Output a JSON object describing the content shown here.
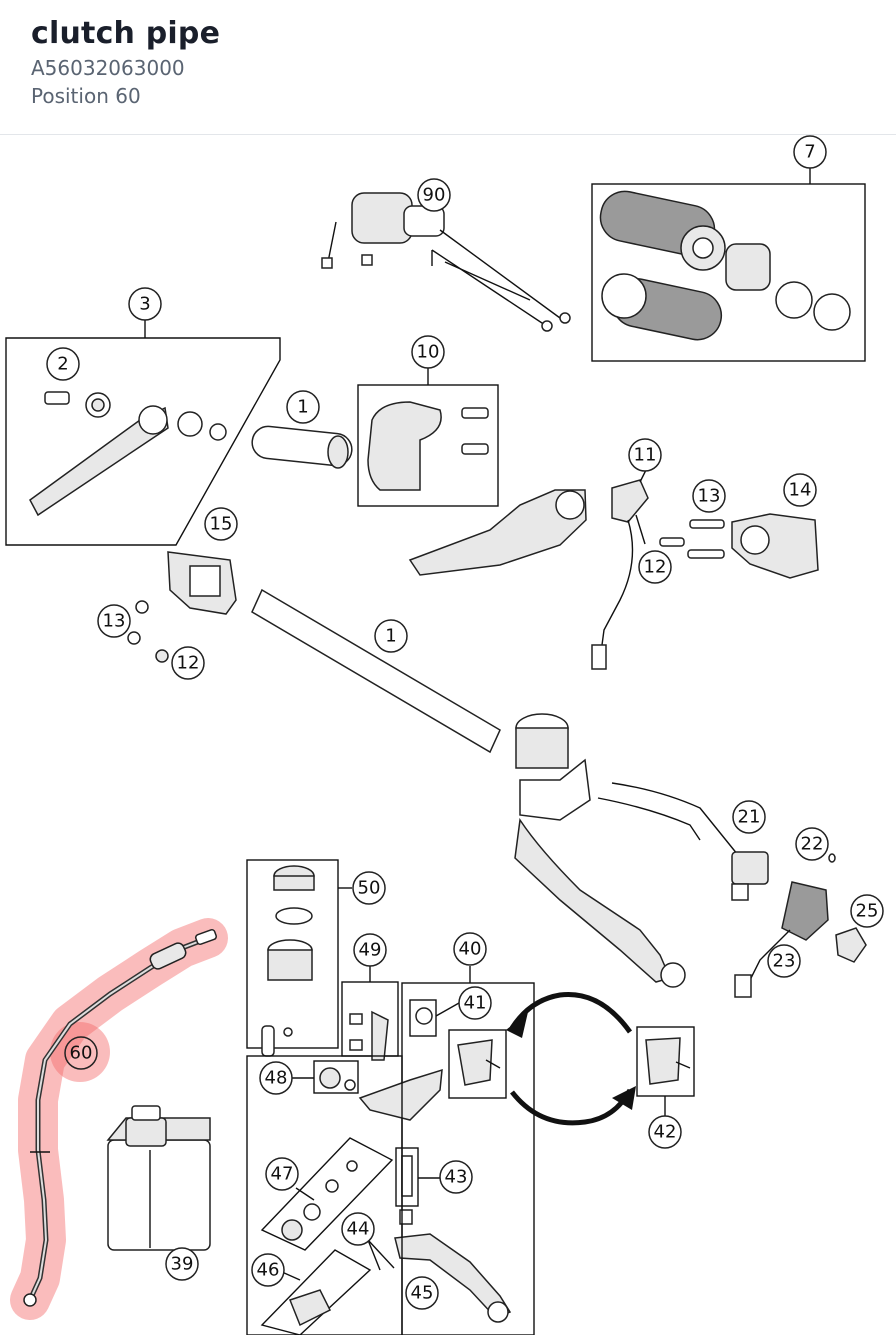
{
  "part": {
    "name": "clutch pipe",
    "number": "A56032063000",
    "position": "Position 60"
  },
  "highlight": {
    "label": "60",
    "color": "#f36b6b"
  },
  "callouts": {
    "c1a": "1",
    "c1b": "1",
    "c2": "2",
    "c3": "3",
    "c7": "7",
    "c10": "10",
    "c11": "11",
    "c12a": "12",
    "c12b": "12",
    "c13a": "13",
    "c13b": "13",
    "c14": "14",
    "c15": "15",
    "c21": "21",
    "c22": "22",
    "c23": "23",
    "c25": "25",
    "c39": "39",
    "c40": "40",
    "c41": "41",
    "c42": "42",
    "c43": "43",
    "c44": "44",
    "c45": "45",
    "c46": "46",
    "c47": "47",
    "c48": "48",
    "c49": "49",
    "c50": "50",
    "c60": "60",
    "c90": "90"
  }
}
